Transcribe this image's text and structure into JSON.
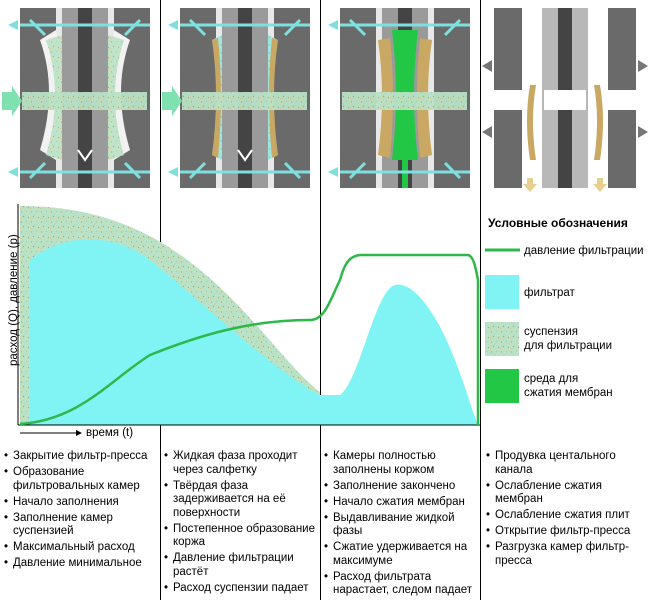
{
  "colors": {
    "filtrate": "#80f4f4",
    "suspension_bg": "#b0dcc0",
    "suspension_dots": "#d9a85a",
    "pressure_line": "#2db84b",
    "membrane": "#22c745",
    "plate_dark": "#5f5f5f",
    "plate_light": "#a8a8a8",
    "cake": "#c8a862",
    "arrow_cyan": "#7fe0e0",
    "arrow_gray": "#777777",
    "arrow_tan": "#e8cf90"
  },
  "axes": {
    "y_label": "расход (Q), давление (p)",
    "x_label": "время (t)"
  },
  "legend": {
    "title": "Условные обозначения",
    "items": [
      {
        "label": "давление фильтрации",
        "icon": "green-line"
      },
      {
        "label": "фильтрат",
        "icon": "cyan-swatch"
      },
      {
        "label": "суспензия\nдля фильтрации",
        "icon": "speckled-swatch"
      },
      {
        "label": "среда для\nсжатия мембран",
        "icon": "green-swatch"
      }
    ]
  },
  "stages": [
    {
      "items": [
        "Закрытие фильтр-пресса",
        "Образование фильтровальных камер",
        "Начало заполнения",
        "Заполнение камер суспензией",
        "Максимальный расход",
        "Давление минимальное"
      ]
    },
    {
      "items": [
        "Жидкая фаза проходит через салфетку",
        "Твёрдая фаза задерживается на её поверхности",
        "Постепенное образование коржа",
        "Давление фильтрации растёт",
        "Расход суспензии падает"
      ]
    },
    {
      "items": [
        "Камеры полностью заполнены коржом",
        "Заполнение закончено",
        "Начало сжатия мембран",
        "Выдавливание жидкой фазы",
        "Сжатие удерживается на максимуме",
        "Расход фильтрата нарастает, следом падает"
      ]
    },
    {
      "items": [
        "Продувка центального канала",
        "Ослабление сжатия мембран",
        "Ослабление сжатия плит",
        "Открытие фильтр-пресса",
        "Разгрузка камер фильтр-пресса"
      ]
    }
  ]
}
